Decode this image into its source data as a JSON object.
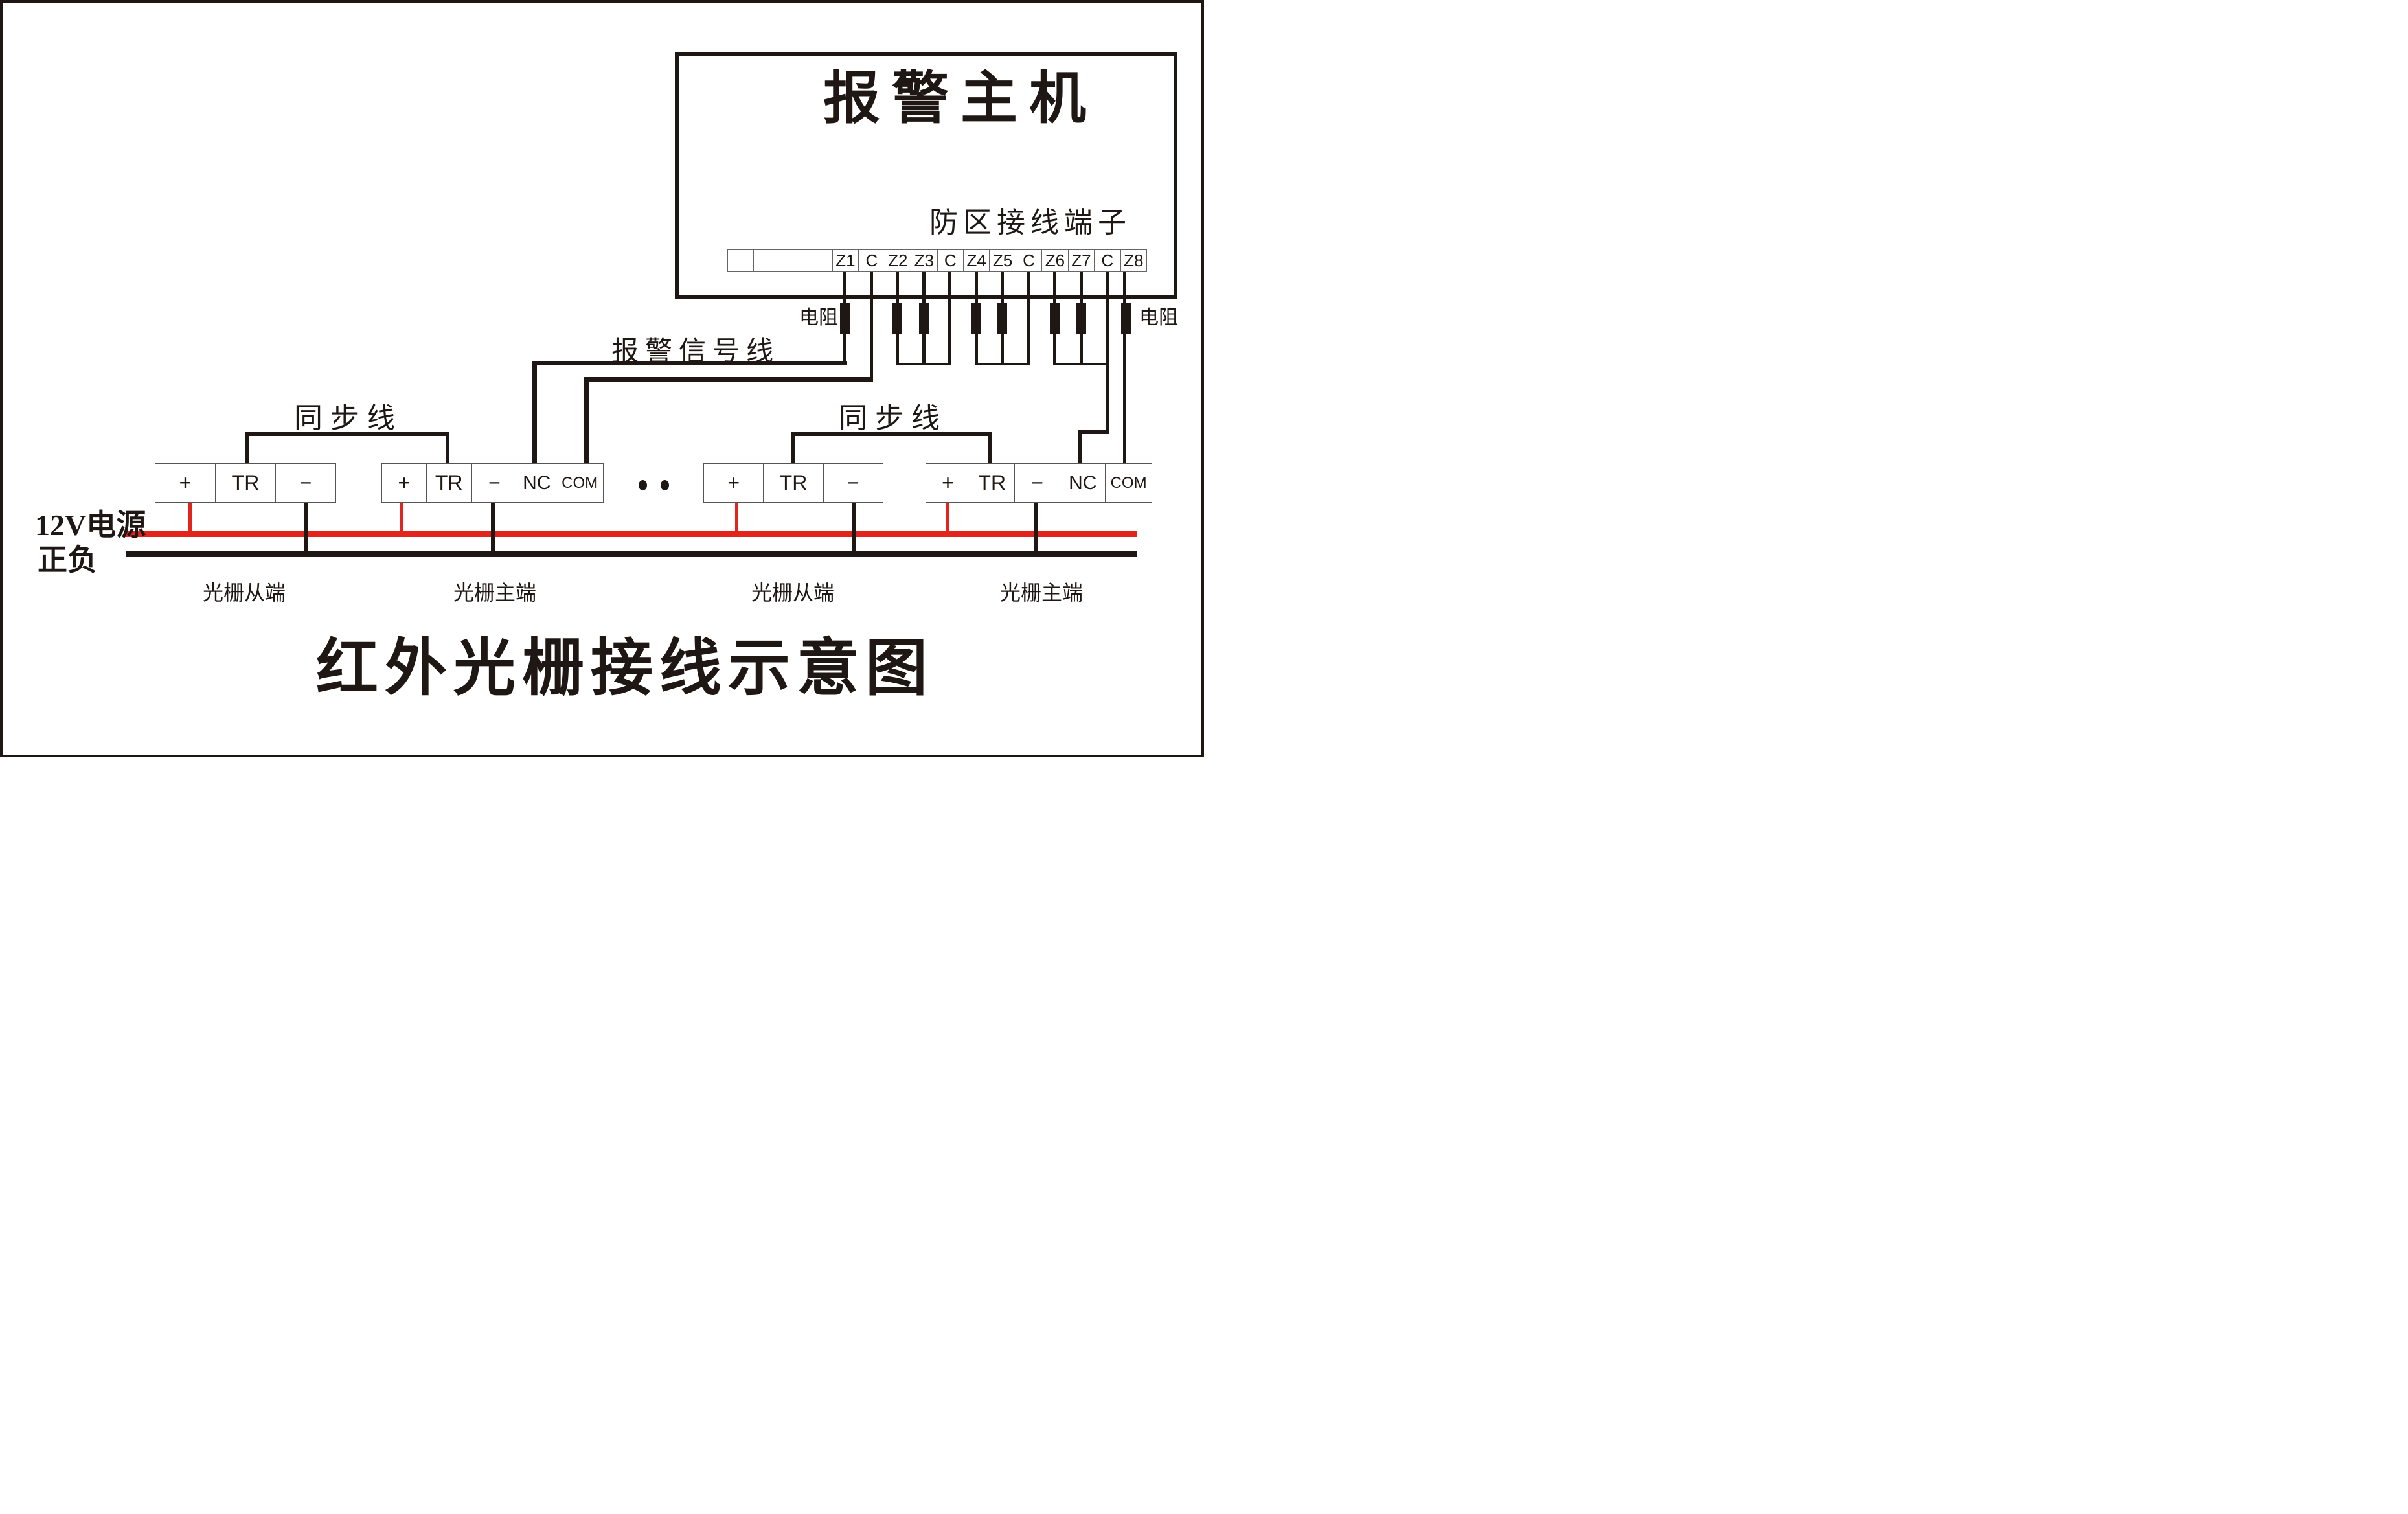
{
  "diagram": {
    "title": "红外光栅接线示意图",
    "alarm_host": {
      "title": "报警主机",
      "terminal_strip_label": "防区接线端子",
      "terminals": [
        "",
        "",
        "",
        "",
        "Z1",
        "C",
        "Z2",
        "Z3",
        "C",
        "Z4",
        "Z5",
        "C",
        "Z6",
        "Z7",
        "C",
        "Z8"
      ]
    },
    "resistor_label_left": "电阻",
    "resistor_label_right": "电阻",
    "alarm_signal_label": "报警信号线",
    "sync_label_left": "同步线",
    "sync_label_right": "同步线",
    "power_label_line1": "12V电源",
    "power_label_line2": "正负",
    "groups": [
      {
        "cells": [
          "+",
          "TR",
          "−"
        ],
        "caption": "光栅从端"
      },
      {
        "cells": [
          "+",
          "TR",
          "−",
          "NC",
          "COM"
        ],
        "caption": "光栅主端"
      },
      {
        "cells": [
          "+",
          "TR",
          "−"
        ],
        "caption": "光栅从端"
      },
      {
        "cells": [
          "+",
          "TR",
          "−",
          "NC",
          "COM"
        ],
        "caption": "光栅主端"
      }
    ],
    "colors": {
      "wire_black": "#1e1713",
      "wire_red": "#e2241c"
    }
  }
}
